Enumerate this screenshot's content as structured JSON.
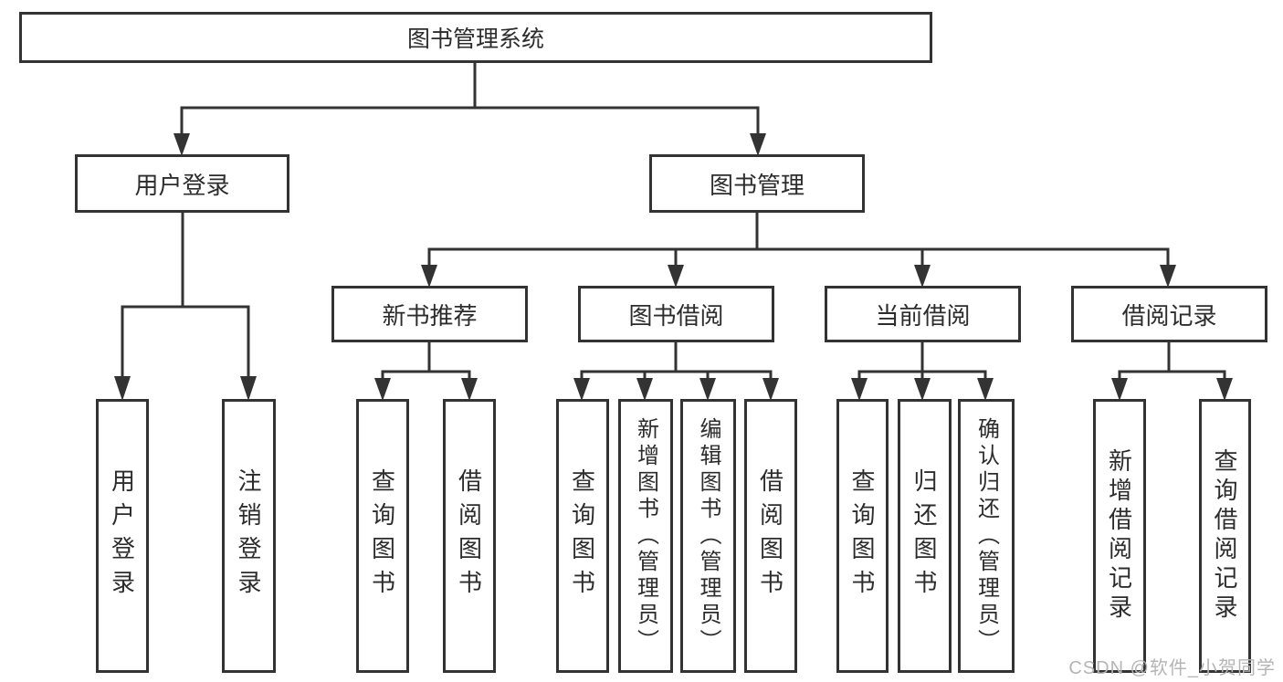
{
  "diagram": {
    "type": "tree",
    "nodes": {
      "root": "图书管理系统",
      "user_login": "用户登录",
      "book_management": "图书管理",
      "new_book_recommend": "新书推荐",
      "book_borrowing": "图书借阅",
      "current_borrowing": "当前借阅",
      "borrowing_records": "借阅记录",
      "leaf_user_login": "用户登录",
      "leaf_logout": "注销登录",
      "leaf_nb_query_books": "查询图书",
      "leaf_nb_borrow_books": "借阅图书",
      "leaf_bb_query_books": "查询图书",
      "leaf_bb_add_books": "新增图书（管理员）",
      "leaf_bb_edit_books": "编辑图书（管理员）",
      "leaf_bb_borrow_books": "借阅图书",
      "leaf_cb_query_books": "查询图书",
      "leaf_cb_return_books": "归还图书",
      "leaf_cb_confirm_return": "确认归还（管理员）",
      "leaf_br_add_record": "新增借阅记录",
      "leaf_br_query_record": "查询借阅记录"
    },
    "edges": [
      [
        "root",
        "user_login"
      ],
      [
        "root",
        "book_management"
      ],
      [
        "user_login",
        "leaf_user_login"
      ],
      [
        "user_login",
        "leaf_logout"
      ],
      [
        "book_management",
        "new_book_recommend"
      ],
      [
        "book_management",
        "book_borrowing"
      ],
      [
        "book_management",
        "current_borrowing"
      ],
      [
        "book_management",
        "borrowing_records"
      ],
      [
        "new_book_recommend",
        "leaf_nb_query_books"
      ],
      [
        "new_book_recommend",
        "leaf_nb_borrow_books"
      ],
      [
        "book_borrowing",
        "leaf_bb_query_books"
      ],
      [
        "book_borrowing",
        "leaf_bb_add_books"
      ],
      [
        "book_borrowing",
        "leaf_bb_edit_books"
      ],
      [
        "book_borrowing",
        "leaf_bb_borrow_books"
      ],
      [
        "current_borrowing",
        "leaf_cb_query_books"
      ],
      [
        "current_borrowing",
        "leaf_cb_return_books"
      ],
      [
        "current_borrowing",
        "leaf_cb_confirm_return"
      ],
      [
        "borrowing_records",
        "leaf_br_add_record"
      ],
      [
        "borrowing_records",
        "leaf_br_query_record"
      ]
    ]
  },
  "watermark": "CSDN @软件_小贺同学",
  "colors": {
    "line": "#333333",
    "box_border": "#333333",
    "text": "#2c2c2c",
    "watermark": "#b5b5b5",
    "background": "#ffffff"
  }
}
